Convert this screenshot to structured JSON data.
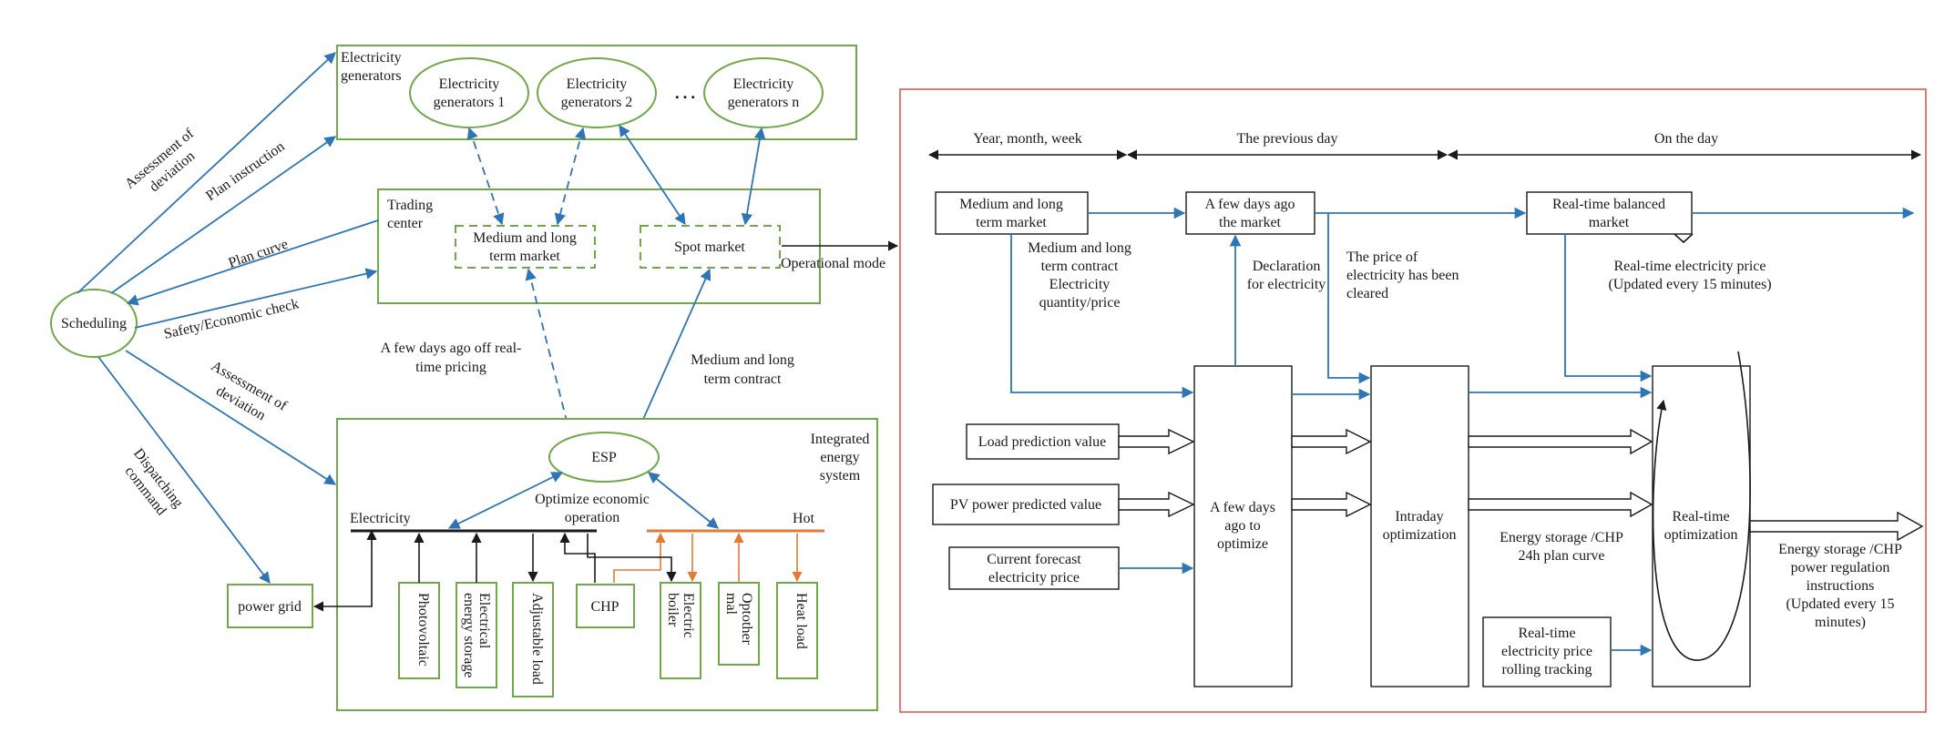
{
  "left": {
    "generators_group": {
      "label": [
        "Electricity",
        "generators"
      ]
    },
    "generators": [
      {
        "line1": "Electricity",
        "line2": "generators 1"
      },
      {
        "line1": "Electricity",
        "line2": "generators 2"
      },
      {
        "line1": "Electricity",
        "line2": "generators n"
      }
    ],
    "ellipsis": "…",
    "trading_center": {
      "label": [
        "Trading",
        "center"
      ]
    },
    "medium_long_market": [
      "Medium and long",
      "term market"
    ],
    "spot_market": "Spot market",
    "scheduling": "Scheduling",
    "edges": {
      "assessment_top": [
        "Assessment of",
        "deviation"
      ],
      "plan_instruction": "Plan instruction",
      "plan_curve": "Plan curve",
      "safety_check": "Safety/Economic check",
      "assessment_bottom": [
        "Assessment of",
        "deviation"
      ],
      "dispatching": [
        "Dispatching",
        "command"
      ],
      "off_realtime": [
        "A few days ago off real-",
        "time pricing"
      ],
      "medium_long_contract": [
        "Medium and long",
        "term contract"
      ],
      "operational_mode": "Operational mode"
    },
    "ies": {
      "label": [
        "Integrated",
        "energy",
        "system"
      ],
      "esp": "ESP",
      "optimize": [
        "Optimize economic",
        "operation"
      ],
      "electricity_bus": "Electricity",
      "hot_bus": "Hot",
      "power_grid": "power grid",
      "chp": "CHP",
      "devices": [
        {
          "key": "pv",
          "text": [
            "Photovoltaic"
          ]
        },
        {
          "key": "storage",
          "text": [
            "Electrical",
            "energy storage"
          ]
        },
        {
          "key": "adjustable",
          "text": [
            "Adjustable load"
          ]
        },
        {
          "key": "boiler",
          "text": [
            "Electric",
            "boiler"
          ]
        },
        {
          "key": "optothermal",
          "text": [
            "Optother",
            "mal"
          ]
        },
        {
          "key": "heat",
          "text": [
            "Heat load"
          ]
        }
      ]
    }
  },
  "right": {
    "timeline": {
      "long_term": "Year, month, week",
      "previous_day": "The previous day",
      "on_day": "On the day"
    },
    "markets": {
      "medium_long": [
        "Medium and long",
        "term market"
      ],
      "few_days": [
        "A few days ago",
        "the market"
      ],
      "realtime_balanced": [
        "Real-time balanced",
        "market"
      ]
    },
    "annotations": {
      "contract_quantity": [
        "Medium and long",
        "term contract",
        "Electricity",
        "quantity/price"
      ],
      "declaration": [
        "Declaration",
        "for electricity"
      ],
      "price_cleared": [
        "The price of",
        "electricity has been",
        "cleared"
      ],
      "realtime_price": [
        "Real-time electricity price",
        "(Updated every 15 minutes)"
      ],
      "plan_curve": [
        "Energy storage /CHP",
        "24h plan curve"
      ],
      "regulation": [
        "Energy storage /CHP",
        "power regulation",
        "instructions",
        "(Updated every 15",
        "minutes)"
      ]
    },
    "inputs": {
      "load_prediction": "Load prediction value",
      "pv_prediction": "PV power predicted value",
      "forecast_price": [
        "Current forecast",
        "electricity price"
      ],
      "rolling_tracking": [
        "Real-time",
        "electricity price",
        "rolling tracking"
      ]
    },
    "stages": {
      "day_ahead": [
        "A few days",
        "ago to",
        "optimize"
      ],
      "intraday": [
        "Intraday",
        "optimization"
      ],
      "realtime": [
        "Real-time",
        "optimization"
      ]
    }
  }
}
